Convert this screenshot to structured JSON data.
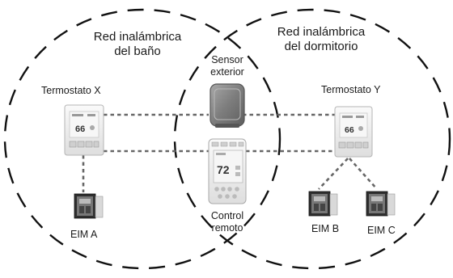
{
  "networks": {
    "bathroom": {
      "title_line1": "Red inalámbrica",
      "title_line2": "del baño"
    },
    "bedroom": {
      "title_line1": "Red inalámbrica",
      "title_line2": "del dormitorio"
    }
  },
  "devices": {
    "thermostat_x": {
      "label": "Termostato X",
      "display_value": "66"
    },
    "thermostat_y": {
      "label": "Termostato Y",
      "display_value": "66"
    },
    "outdoor_sensor": {
      "label_line1": "Sensor",
      "label_line2": "exterior"
    },
    "remote_control": {
      "label_line1": "Control",
      "label_line2": "remoto",
      "display_value": "72"
    },
    "eim_a": {
      "label": "EIM A"
    },
    "eim_b": {
      "label": "EIM B"
    },
    "eim_c": {
      "label": "EIM C"
    }
  },
  "colors": {
    "boundary": "#111111",
    "link": "#666666",
    "device_body": "#ececec",
    "sensor_body": "#8a8a8a"
  }
}
